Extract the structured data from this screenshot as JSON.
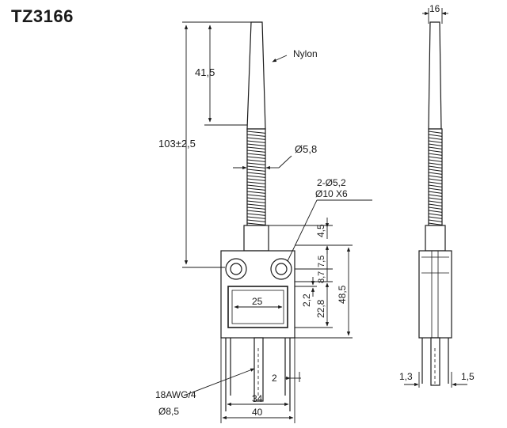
{
  "title": "TZ3166",
  "labels": {
    "material": "Nylon",
    "rod_length": "41,5",
    "total_height": "103±2,5",
    "spring_diameter": "Ø5,8",
    "holes_line1": "2-Ø5,2",
    "holes_line2": "Ø10 X6",
    "dim_top": "4,5",
    "dim_7_5": "7,5",
    "dim_8_7": "8,7",
    "dim_2_2": "2,2",
    "dim_22_8": "22,8",
    "dim_48_5": "48,5",
    "dim_25": "25",
    "dim_2": "2",
    "dim_34": "34",
    "dim_40": "40",
    "cable_line1": "18AWG/4",
    "cable_line2": "Ø8,5",
    "side_width": "16",
    "side_left": "1,3",
    "side_right": "1,5"
  }
}
